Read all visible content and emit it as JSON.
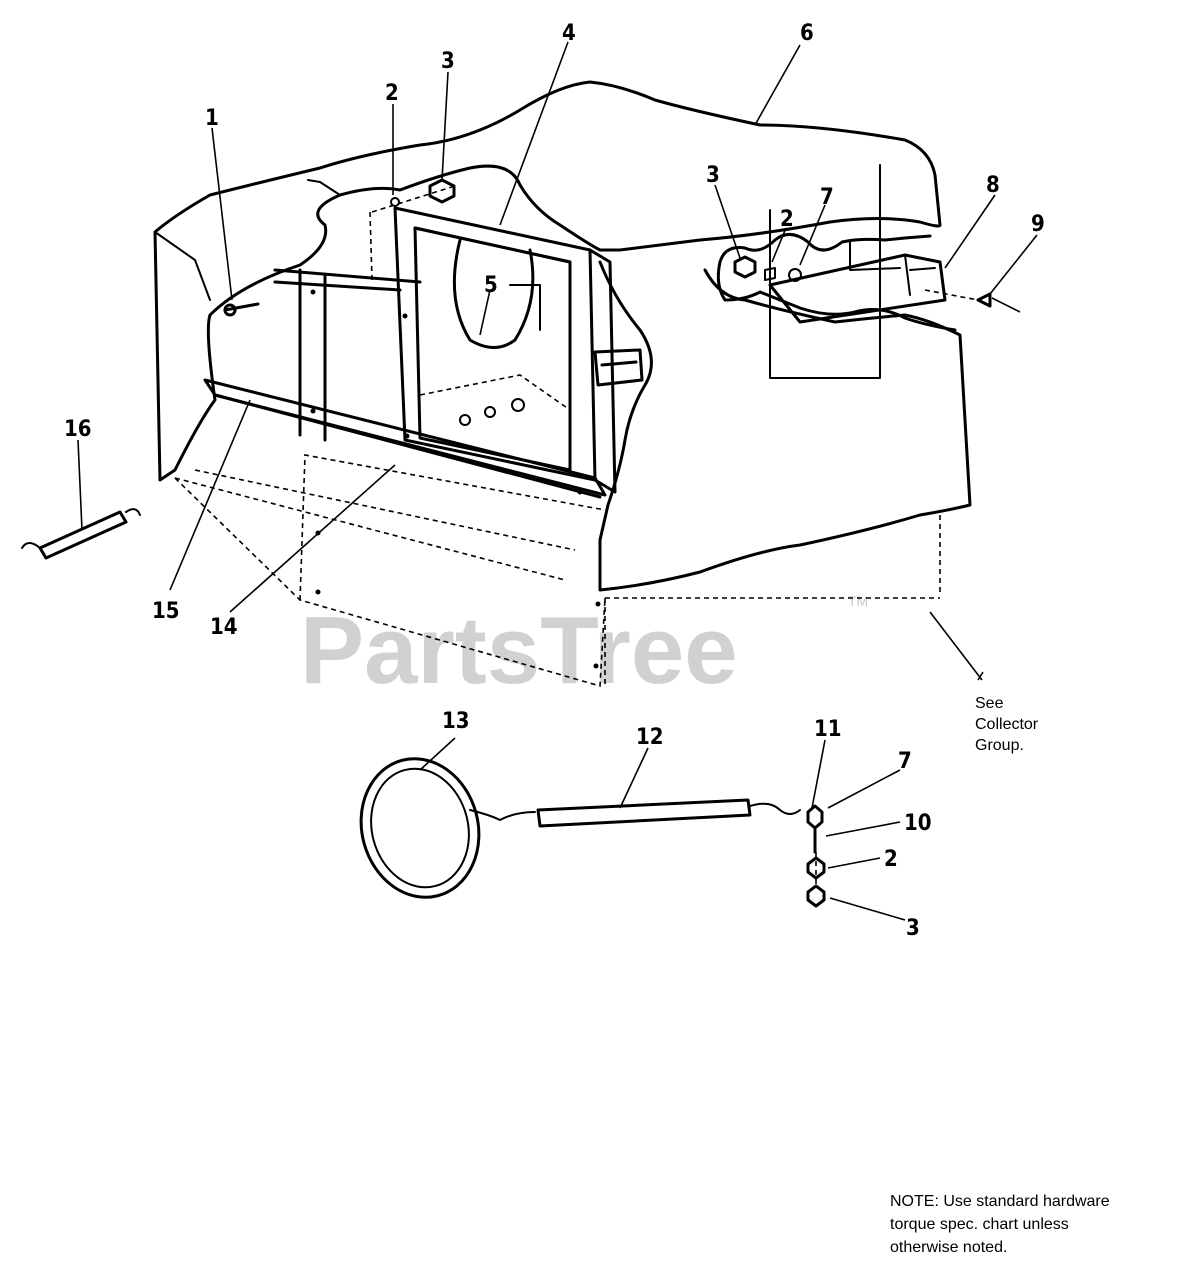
{
  "watermark": {
    "text": "PartsTree",
    "trademark": "TM"
  },
  "callouts": [
    {
      "id": "c1",
      "text": "1"
    },
    {
      "id": "c2a",
      "text": "2"
    },
    {
      "id": "c3a",
      "text": "3"
    },
    {
      "id": "c4",
      "text": "4"
    },
    {
      "id": "c5",
      "text": "5"
    },
    {
      "id": "c6",
      "text": "6"
    },
    {
      "id": "c3b",
      "text": "3"
    },
    {
      "id": "c2b",
      "text": "2"
    },
    {
      "id": "c7a",
      "text": "7"
    },
    {
      "id": "c8",
      "text": "8"
    },
    {
      "id": "c9",
      "text": "9"
    },
    {
      "id": "c16",
      "text": "16"
    },
    {
      "id": "c15",
      "text": "15"
    },
    {
      "id": "c14",
      "text": "14"
    },
    {
      "id": "c13",
      "text": "13"
    },
    {
      "id": "c12",
      "text": "12"
    },
    {
      "id": "c11",
      "text": "11"
    },
    {
      "id": "c7b",
      "text": "7"
    },
    {
      "id": "c10",
      "text": "10"
    },
    {
      "id": "c2c",
      "text": "2"
    },
    {
      "id": "c3c",
      "text": "3"
    }
  ],
  "see_note": {
    "line1": "See",
    "line2": "Collector",
    "line3": "Group."
  },
  "note": {
    "line1": "NOTE: Use standard hardware",
    "line2": "torque spec. chart unless",
    "line3": "otherwise noted."
  }
}
